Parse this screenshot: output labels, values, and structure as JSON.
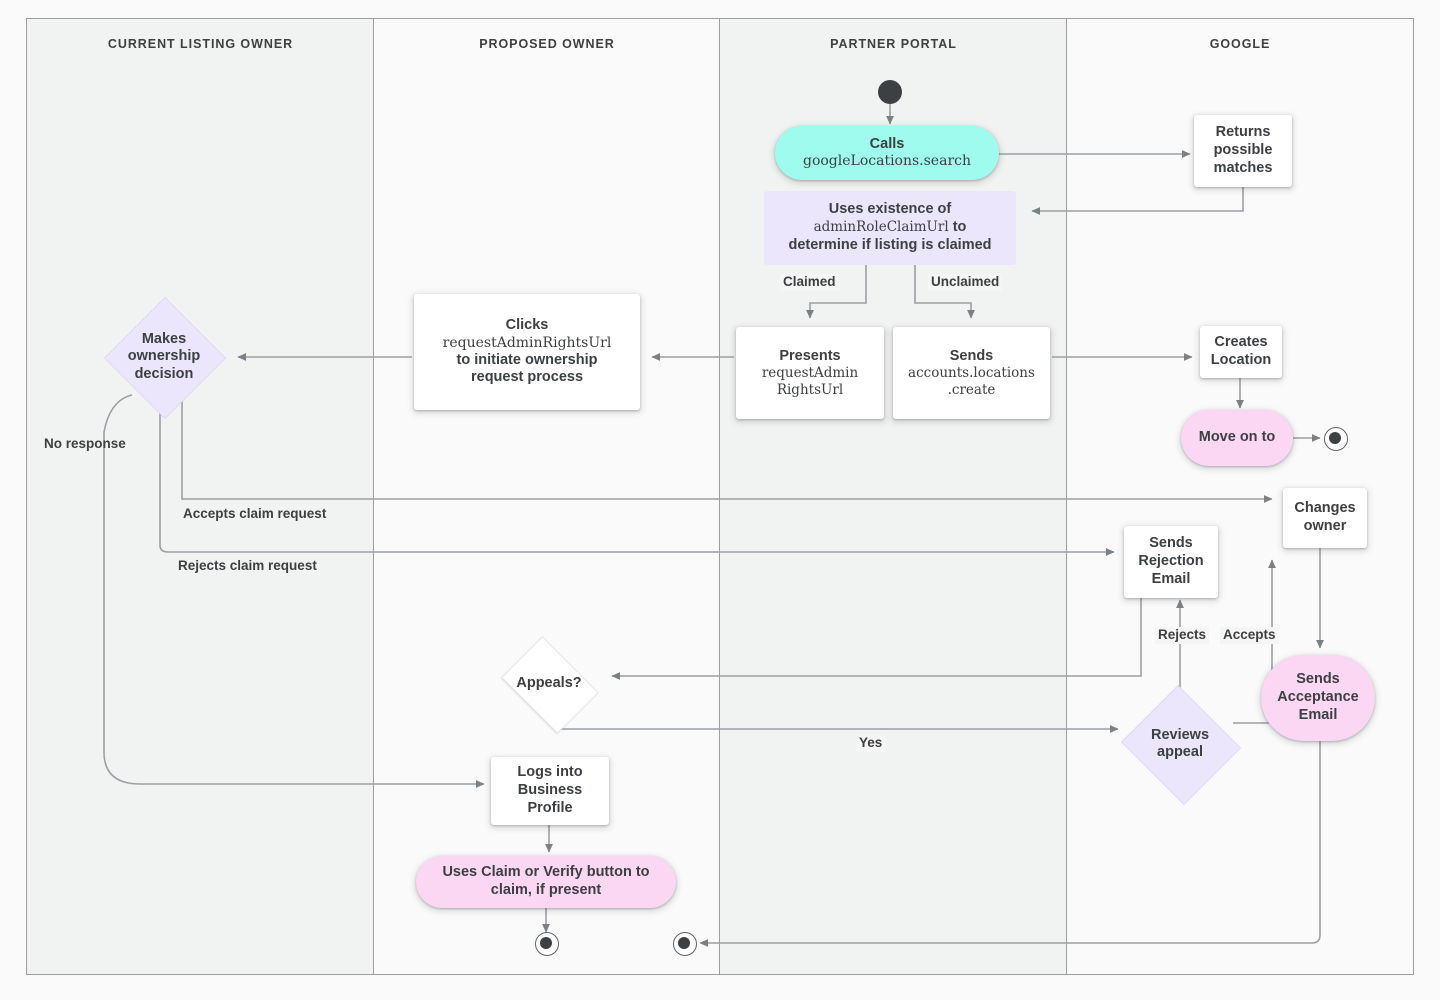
{
  "diagram": {
    "title": "Google Business Profile listing ownership transfer flow",
    "lanes": [
      {
        "id": "current-listing-owner",
        "label": "CURRENT LISTING OWNER"
      },
      {
        "id": "proposed-owner",
        "label": "PROPOSED OWNER"
      },
      {
        "id": "partner-portal",
        "label": "PARTNER PORTAL"
      },
      {
        "id": "google",
        "label": "GOOGLE"
      }
    ],
    "colors": {
      "cyan": "#9FFBEE",
      "pink": "#FBD7F4",
      "purple": "#EBE6FB",
      "white": "#FFFFFF",
      "text": "#3C4043",
      "connector": "#9AA0A6",
      "lane_border": "#9E9E9E",
      "lane_alt_fill": "#F1F2F2"
    },
    "nodes": [
      {
        "id": "start-partner",
        "lane": "partner-portal",
        "shape": "start-node",
        "label": ""
      },
      {
        "id": "calls-google-locations-search",
        "lane": "partner-portal",
        "shape": "pill",
        "fill": "cyan",
        "line1": "Calls",
        "line2": "googleLocations.search"
      },
      {
        "id": "returns-possible-matches",
        "lane": "google",
        "shape": "box",
        "fill": "white",
        "label": "Returns possible matches"
      },
      {
        "id": "uses-existence-of-admin-role-claim-url",
        "lane": "partner-portal",
        "shape": "rect",
        "fill": "purple",
        "line1": "Uses existence of",
        "line2": "adminRoleClaimUrl",
        "line2_suffix": " to",
        "line3": "determine if listing is claimed"
      },
      {
        "id": "presents-request-admin-rights-url",
        "lane": "partner-portal",
        "shape": "box",
        "fill": "white",
        "line1": "Presents",
        "line2": "requestAdmin",
        "line3": "RightsUrl"
      },
      {
        "id": "sends-accounts-locations-create",
        "lane": "partner-portal",
        "shape": "box",
        "fill": "white",
        "line1": "Sends",
        "line2": "accounts.locations",
        "line3": ".create"
      },
      {
        "id": "creates-location",
        "lane": "google",
        "shape": "box",
        "fill": "white",
        "label": "Creates Location"
      },
      {
        "id": "move-on-to",
        "lane": "google",
        "shape": "pill",
        "fill": "pink",
        "label": "Move on to"
      },
      {
        "id": "end-google-move-on",
        "lane": "google",
        "shape": "end-node",
        "label": ""
      },
      {
        "id": "clicks-request-admin-rights-url",
        "lane": "proposed-owner",
        "shape": "box",
        "fill": "white",
        "line1": "Clicks",
        "line2": "requestAdminRightsUrl",
        "line3": "to initiate ownership",
        "line4": "request process"
      },
      {
        "id": "makes-ownership-decision",
        "lane": "current-listing-owner",
        "shape": "diamond",
        "fill": "purple",
        "label": "Makes ownership decision"
      },
      {
        "id": "changes-owner",
        "lane": "google",
        "shape": "box",
        "fill": "white",
        "label": "Changes owner"
      },
      {
        "id": "sends-rejection-email",
        "lane": "google",
        "shape": "box",
        "fill": "white",
        "label": "Sends Rejection Email"
      },
      {
        "id": "sends-acceptance-email",
        "lane": "google",
        "shape": "pill",
        "fill": "pink",
        "label": "Sends Acceptance Email"
      },
      {
        "id": "appeals",
        "lane": "proposed-owner",
        "shape": "diamond",
        "fill": "white",
        "label": "Appeals?"
      },
      {
        "id": "reviews-appeal",
        "lane": "google",
        "shape": "diamond",
        "fill": "purple",
        "label": "Reviews appeal"
      },
      {
        "id": "logs-into-business-profile",
        "lane": "proposed-owner",
        "shape": "box",
        "fill": "white",
        "label": "Logs into Business Profile"
      },
      {
        "id": "uses-claim-or-verify-button",
        "lane": "proposed-owner",
        "shape": "pill",
        "fill": "pink",
        "label": "Uses Claim or Verify button to claim, if present"
      },
      {
        "id": "end-proposed-owner-claim",
        "lane": "proposed-owner",
        "shape": "end-node",
        "label": ""
      },
      {
        "id": "end-proposed-owner-accept",
        "lane": "proposed-owner",
        "shape": "end-node",
        "label": ""
      }
    ],
    "node_text": {
      "calls_line1": "Calls",
      "calls_line2": "googleLocations.search",
      "returns_possible_matches": "Returns possible matches",
      "uses_existence_line1": "Uses existence of",
      "uses_existence_mono": "adminRoleClaimUrl",
      "uses_existence_to": " to",
      "uses_existence_line3": "determine if listing is claimed",
      "presents_line1": "Presents",
      "presents_line2": "requestAdmin",
      "presents_line3": "RightsUrl",
      "sends_create_line1": "Sends",
      "sends_create_line2": "accounts.locations",
      "sends_create_line3": ".create",
      "creates_location": "Creates Location",
      "move_on_to": "Move on to",
      "clicks_line1": "Clicks",
      "clicks_line2": "requestAdminRightsUrl",
      "clicks_line3": "to initiate ownership",
      "clicks_line4": "request process",
      "makes_ownership_decision": "Makes ownership decision",
      "changes_owner": "Changes owner",
      "sends_rejection_email": "Sends Rejection Email",
      "sends_acceptance_email": "Sends Acceptance Email",
      "appeals": "Appeals?",
      "reviews_appeal": "Reviews appeal",
      "logs_into_business_profile": "Logs into Business Profile",
      "uses_claim_or_verify": "Uses Claim or Verify button to claim, if present"
    },
    "edge_labels": {
      "claimed": "Claimed",
      "unclaimed": "Unclaimed",
      "no_response": "No response",
      "accepts_claim_request": "Accepts claim request",
      "rejects_claim_request": "Rejects claim request",
      "rejects": "Rejects",
      "accepts": "Accepts",
      "yes": "Yes"
    }
  }
}
